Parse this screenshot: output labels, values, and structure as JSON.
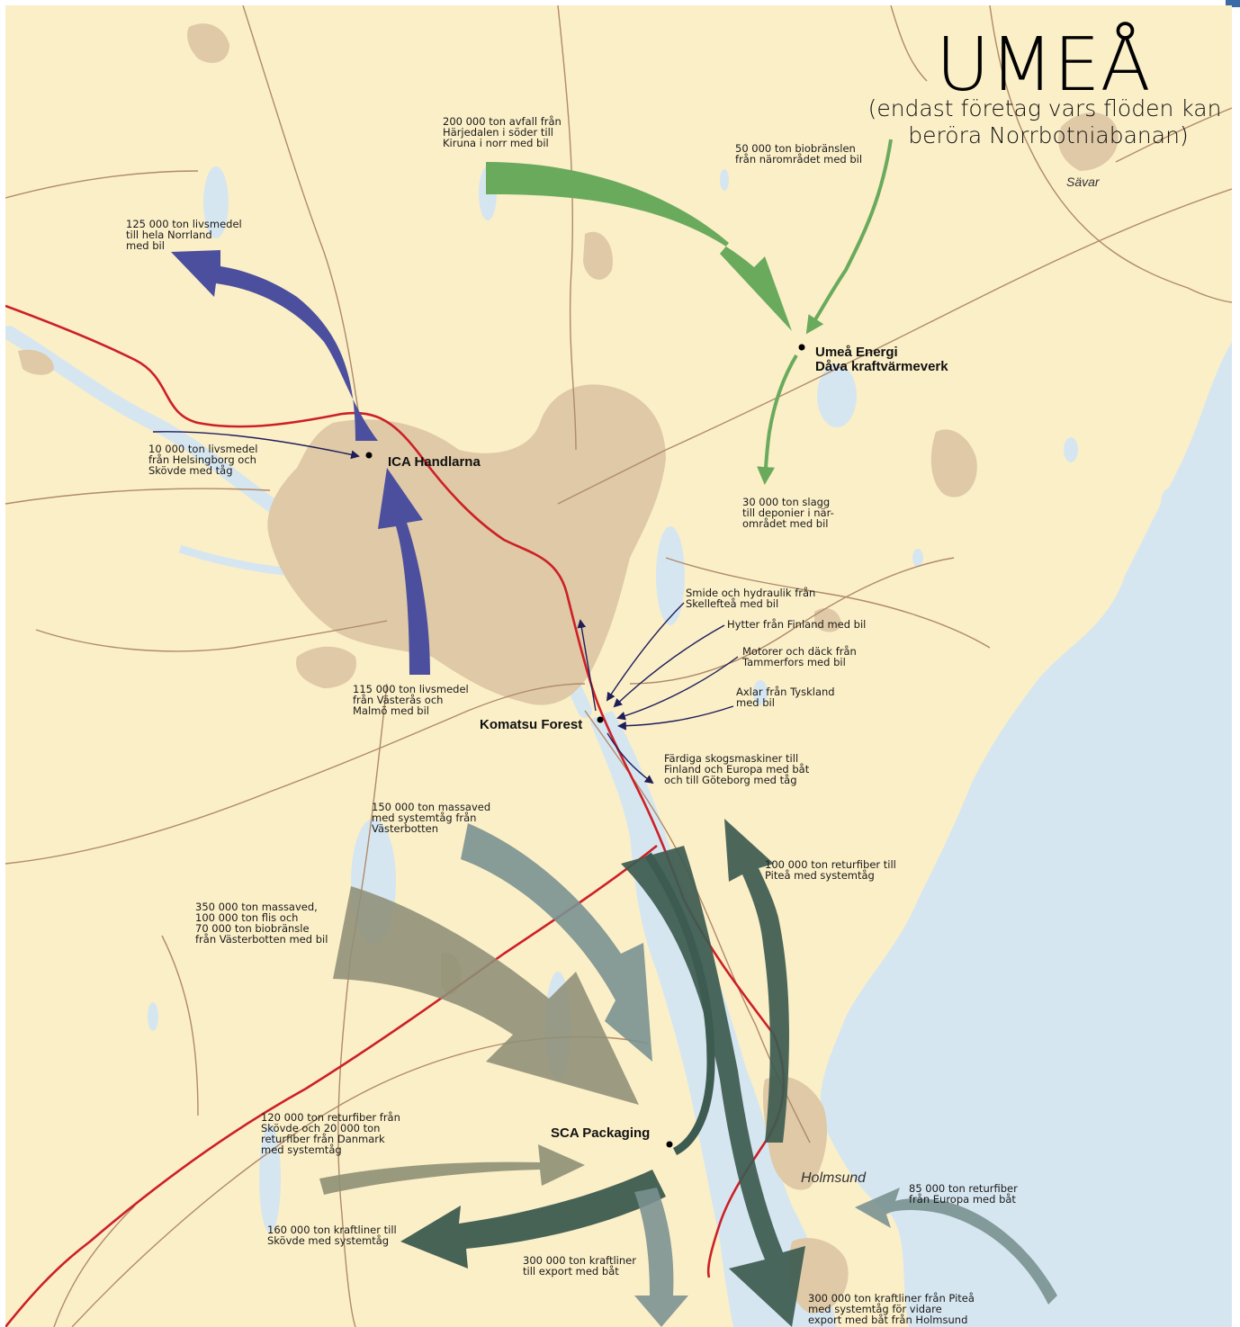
{
  "title": "UMEÅ",
  "subtitle": "(endast företag vars flöden kan beröra Norrbotniabanan)",
  "places": {
    "savar": "Sävar",
    "holmsund": "Holmsund"
  },
  "facilities": {
    "umea_energi": "Umeå Energi Dåva kraftvärmeverk",
    "ica": "ICA Handlarna",
    "komatsu": "Komatsu Forest",
    "sca": "SCA Packaging"
  },
  "flows": {
    "avfall": "200 000 ton avfall från Härjedalen i söder till Kiruna i norr med bil",
    "biobransle": "50 000 ton biobränslen från närområdet med bil",
    "slagg": "30 000 ton slagg till deponier i närområdet med bil",
    "livsmedel_norrland": "125 000 ton livsmedel till hela Norrland med bil",
    "livsmedel_helsingborg": "10 000 ton livsmedel från Helsingborg och Skövde med tåg",
    "livsmedel_vasteras": "115 000 ton livsmedel från Västerås och Malmö med bil",
    "smide": "Smide och hydraulik från Skellefteå med bil",
    "hytter": "Hytter från Finland med bil",
    "motorer": "Motorer och däck från Tammerfors med bil",
    "axlar": "Axlar från Tyskland med bil",
    "skogsmaskiner": "Färdiga skogsmaskiner till Finland och Europa med båt och till Göteborg med tåg",
    "massaved_150": "150 000 ton massaved med systemtåg från Västerbotten",
    "massaved_350": "350 000 ton massaved, 100 000 ton flis och 70 000 ton biobränsle från Västerbotten med bil",
    "returfiber_pitea": "100 000 ton returfiber till Piteå med systemtåg",
    "returfiber_skovde": "120 000 ton returfiber från Skövde och 20 000 ton returfiber från Danmark med systemtåg",
    "kraftliner_skovde": "160 000 ton kraftliner till Skövde med systemtåg",
    "kraftliner_export": "300 000 ton kraftliner till export med båt",
    "returfiber_europa": "85 000 ton returfiber från Europa med båt",
    "kraftliner_pitea": "300 000 ton kraftliner från Piteå med systemtåg för vidare export med båt från Holmsund"
  },
  "label_lines": {
    "avfall": [
      "200 000 ton avfall från",
      "Härjedalen i söder till",
      "Kiruna i norr med bil"
    ],
    "biobransle": [
      "50 000 ton biobränslen",
      "från närområdet med bil"
    ],
    "slagg": [
      "30 000 ton slagg",
      "till deponier i när-",
      "området med bil"
    ],
    "livsmedel_norrland": [
      "125 000 ton livsmedel",
      "till hela Norrland",
      "med bil"
    ],
    "livsmedel_helsingborg": [
      "10 000 ton livsmedel",
      "från Helsingborg och",
      "Skövde med tåg"
    ],
    "livsmedel_vasteras": [
      "115 000 ton livsmedel",
      "från Västerås och",
      "Malmö med bil"
    ],
    "smide": [
      "Smide och hydraulik från",
      "Skellefteå med bil"
    ],
    "hytter": [
      "Hytter från Finland med bil"
    ],
    "motorer": [
      "Motorer och däck från",
      "Tammerfors med bil"
    ],
    "axlar": [
      "Axlar från Tyskland",
      "med bil"
    ],
    "skogsmaskiner": [
      "Färdiga skogsmaskiner till",
      "Finland och Europa med båt",
      "och till Göteborg med tåg"
    ],
    "massaved_150": [
      "150 000 ton massaved",
      "med systemtåg från",
      "Västerbotten"
    ],
    "massaved_350": [
      "350 000 ton massaved,",
      "100 000 ton flis och",
      "70 000 ton biobränsle",
      "från Västerbotten med bil"
    ],
    "returfiber_pitea": [
      "100 000 ton returfiber till",
      "Piteå med systemtåg"
    ],
    "returfiber_skovde": [
      "120 000 ton returfiber från",
      "Skövde och 20 000 ton",
      "returfiber från Danmark",
      "med systemtåg"
    ],
    "kraftliner_skovde": [
      "160 000 ton kraftliner till",
      "Skövde med systemtåg"
    ],
    "kraftliner_export": [
      "300 000 ton kraftliner",
      "till export med båt"
    ],
    "returfiber_europa": [
      "85 000 ton returfiber",
      "från Europa med båt"
    ],
    "kraftliner_pitea": [
      "300 000 ton kraftliner från Piteå",
      "med systemtåg för vidare",
      "export med båt från Holmsund"
    ],
    "umea_energi": [
      "Umeå Energi",
      "Dåva kraftvärmeverk"
    ],
    "subtitle": [
      "(endast företag vars flöden kan",
      "beröra Norrbotniabanan)"
    ]
  },
  "colors": {
    "land": "#fbefc8",
    "water": "#d6e6f0",
    "urban": "#dfc9a6",
    "road": "#b08a6a",
    "rail": "#cc2027",
    "green": "#6aaa5c",
    "blue_arrow": "#4b4f9e",
    "dark_teal": "#3d5b50",
    "gray_olive": "#8e8f76",
    "gray_teal": "#7a9191",
    "navy": "#1f1d5a"
  }
}
